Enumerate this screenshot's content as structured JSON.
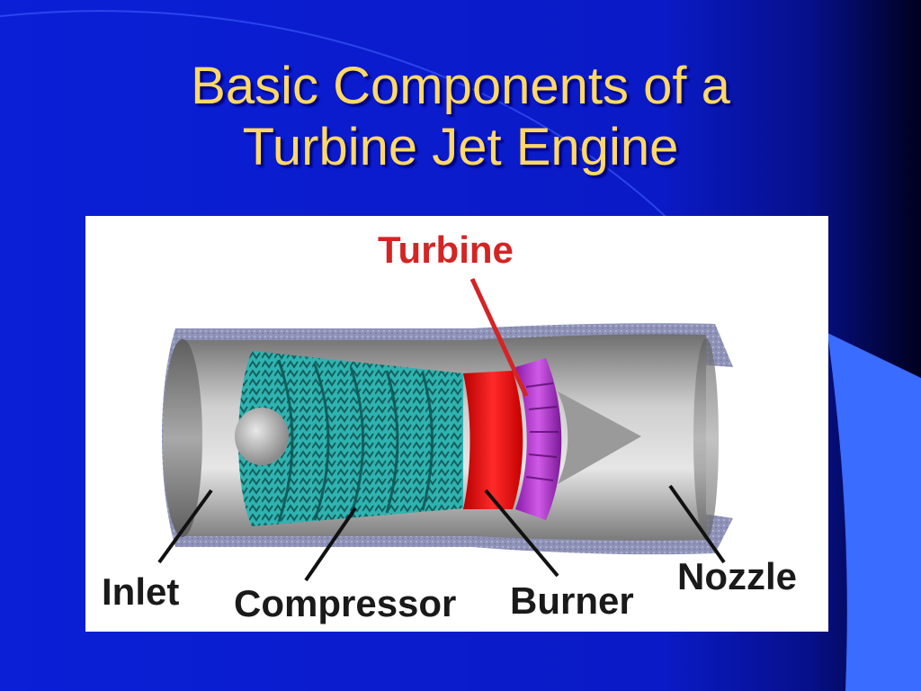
{
  "slide": {
    "title_line1": "Basic Components of a",
    "title_line2": "Turbine Jet Engine"
  },
  "diagram": {
    "labels": {
      "turbine": "Turbine",
      "inlet": "Inlet",
      "compressor": "Compressor",
      "burner": "Burner",
      "nozzle": "Nozzle"
    }
  },
  "colors": {
    "background": "#0a1fd0",
    "title_text": "#ffd866",
    "accent_shape": "#3a6cff",
    "dark_edge": "#000018",
    "turbine_label": "#d42424",
    "label_text": "#1a1a1a",
    "compressor_blades": "#2fb3b0",
    "burner": "#ee1f1f",
    "turbine_ring": "#b035c9",
    "casing": "#9a9a9a"
  }
}
